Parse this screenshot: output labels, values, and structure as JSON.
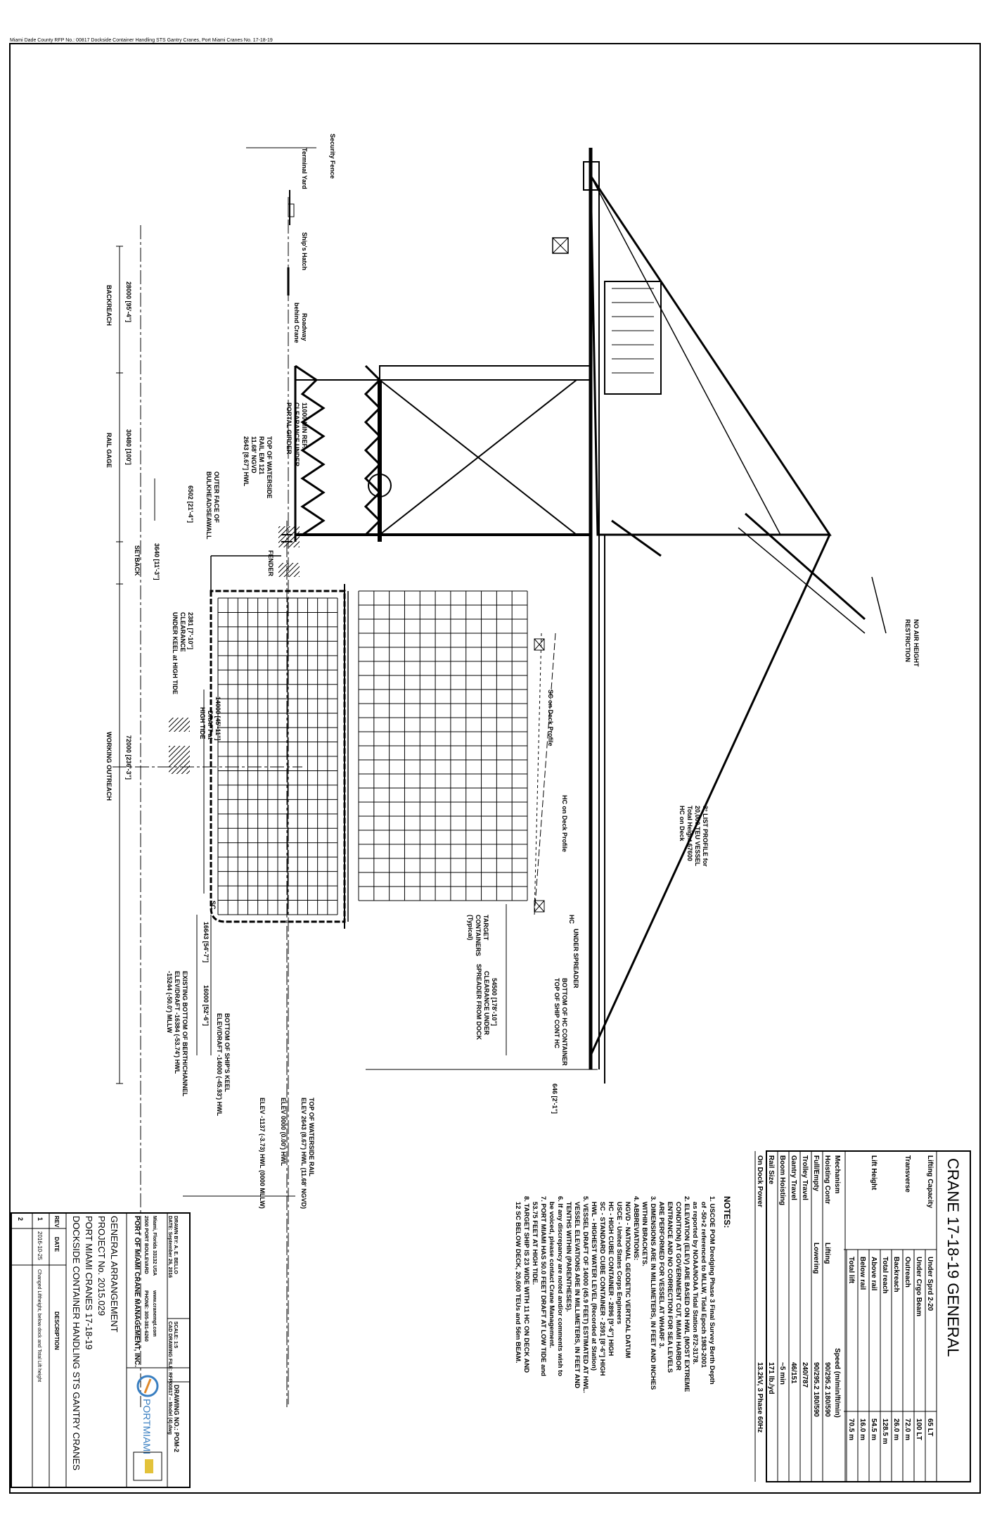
{
  "header": "Miami Dade County RFP No.: 00817 Dockside Container Handling STS Gantry Cranes, Port Miami Cranes No. 17-18-19",
  "labels": {
    "security_fence": "Security Fence",
    "terminal_yard": "Terminal Yard",
    "ships_hatch": "Ship's Hatch",
    "roadway": "Roadway",
    "behind_crane": "behind Crane",
    "no_air_height": "NO AIR HEIGHT",
    "restriction": "RESTRICTION",
    "clearance_portal_1": "11000 MIN REF.",
    "clearance_portal_2": "CLEARANCE UNDER",
    "clearance_portal_3": "PORTAL GIRDER",
    "top_waterside_1": "TOP OF WATERSIDE",
    "top_waterside_2": "RAIL EM 121",
    "top_waterside_3": "11.68' NGVD",
    "top_waterside_4": "2643 [8.67'] HWL",
    "fender": "FENDER",
    "outer_face_1": "OUTER FACE OF",
    "outer_face_2": "BULKHEAD/SEAWALL",
    "dim_6502": "6502 [21'-4\"]",
    "sc_profile": "SC on Deck Profile",
    "hc_profile": "HC on Deck Profile",
    "list_profile_1": "3° LIST PROFILE for",
    "list_profile_2": "20,000 TEU VESSEL",
    "list_profile_3": "Total Height 67600",
    "list_profile_4": "HC on Deck",
    "under_spreader": "UNDER SPREADER",
    "bottom_hc_1": "BOTTOM OF HC CONTAINER",
    "bottom_hc_2": "TOP OF SHIP CONT HC",
    "dim_646": "646 [2'-1\"]",
    "dim_14000": "14000 [45'-11\"]",
    "draft_1": "DRAFT at",
    "draft_2": "HIGH TIDE",
    "clearance_2381_1": "2381 [7'-10\"]",
    "clearance_2381_2": "CLEARANCE",
    "clearance_2381_3": "UNDER KEEL at HIGH TIDE",
    "target_1": "TARGET",
    "target_2": "CONTAINERS",
    "target_3": "(Typical)",
    "dim_54500_1": "54500 [178'-10\"]",
    "dim_54500_2": "CLEARANCE UNDER",
    "dim_54500_3": "SPREADER FROM DOCK",
    "dim_16643": "16643 [54'-7\"]",
    "dim_16000": "16000 [52'-6\"]",
    "elev_1": "TOP OF WATERSIDE RAIL",
    "elev_2": "ELEV 2643 (8.67') HWL (11.68' NGVD)",
    "elev_3": "ELEV 0000 (0.00') HWL",
    "elev_4": "ELEV -1137 (-3.73) HWL (0000 MLLW)",
    "keel_1": "BOTTOM OF SHIP'S KEEL",
    "keel_2": "ELEV/DRAFT -14000 (-45.93') HWL",
    "berth_1": "EXISTING BOTTOM OF BERTH/CHANNEL",
    "berth_2": "ELEV/DRAFT -16384 (-53.74') HWL",
    "berth_3": "-15244 (-50.0') MLLW",
    "dim_backreach_1": "28000 [95'-4\"]",
    "dim_backreach_2": "BACKREACH",
    "dim_railgage_1": "30480 [100']",
    "dim_railgage_2": "RAIL GAGE",
    "dim_setback_1": "3640 [11'-3\"]",
    "dim_setback_2": "SETBACK",
    "dim_outreach_1": "72000 [236'-3\"]",
    "dim_outreach_2": "WORKING OUTREACH",
    "sc_1": "SC",
    "hc_1": "HC"
  },
  "spec": {
    "title": "CRANE 17-18-19 GENERAL",
    "rows": [
      {
        "label": "Lifting Capacity",
        "sub": "Under Sprd 2-20",
        "value": "65 LT"
      },
      {
        "label": "",
        "sub": "Under Crgo Beam",
        "value": "100 LT"
      },
      {
        "label": "Transverse",
        "sub": "Outreach",
        "value": "72.0 m"
      },
      {
        "label": "",
        "sub": "Backreach",
        "value": "26.0 m"
      },
      {
        "label": "",
        "sub": "Total reach",
        "value": "128.5 m"
      },
      {
        "label": "Lift Height",
        "sub": "Above rail",
        "value": "54.5 m"
      },
      {
        "label": "",
        "sub": "Below rail",
        "value": "16.0 m"
      },
      {
        "label": "",
        "sub": "Total lift",
        "value": "70.5 m"
      }
    ],
    "mech_header": "Mechanism",
    "speed_header": "Speed (m/min/ft/min)",
    "mech_rows": [
      {
        "label": "Hoisting Contr",
        "sub": "Lifting",
        "value": "90/295.2   180/590"
      },
      {
        "label": "Full/Empty",
        "sub": "Lowering",
        "value": "90/295.2   180/590"
      },
      {
        "label": "Trolley Travel",
        "sub": "",
        "value": "240/787"
      },
      {
        "label": "Gantry Travel",
        "sub": "",
        "value": "46/151"
      },
      {
        "label": "Boom Hoisting",
        "sub": "",
        "value": "~5 min"
      },
      {
        "label": "Rail Size",
        "sub": "",
        "value": "171 lb./yd"
      },
      {
        "label": "On Dock Power",
        "sub": "",
        "value": "13.2kV, 3 Phase 60Hz"
      }
    ]
  },
  "notes_title": "NOTES:",
  "notes": [
    "1. USCOE POM Dredging Phase 3 Final Survey Berth Depth",
    "   of -50+2 referenced to MLLW, Tidal Epoch 1983-2001",
    "   as reported by NOAA/NOAA Tidal Station 872-3178.",
    "2. ELEVATION (ELEV) ARE BASED ON HWL (MOST EXTREME",
    "   CONDITION) AT GOVERNMENT CUT, MIAMI HARBOR",
    "   ENTRANCE AND NO CORRECTION FOR SEA LEVELS",
    "   ARE PERFORMED FOR VESSEL AT WHARF 3.",
    "3. DIMENSIONS ARE IN MILLIMETERS, IN FEET AND INCHES",
    "   WITHIN BRACKETS.",
    "4. ABBREVIATIONS:",
    "   NGVD - NATIONAL GEODETIC VERTICAL DATUM",
    "   USCE - United States Corps Engineers",
    "   HC - HIGH CUBE CONTAINER - 2896 [9'-6\"] HIGH",
    "   SC - STANDARD CUBE CONTAINER - 2591 [8'-6\"] HIGH",
    "   HWL - HIGHEST WATER LEVEL (Recorded at Station)",
    "5. VESSEL DRAFT OF 14000 (45.9 FEET) ESTIMATED AT HWL.",
    "   VESSEL ELEVATIONS ARE IN MILLIMETERS, IN FEET AND",
    "   TENTHS WITHIN (PARENTHESES).",
    "6. If any discrepancy are noted and/or comments wish to",
    "   be voiced, please contact Crane Management.",
    "7. PORT MIAMI HAS 50.0 FEET DRAFT AT LOW TIDE and",
    "   53.75 FEET AT HIGH TIDE.",
    "8. TARGET SHIP IS 23 WIDE WITH 11 HC ON DECK AND",
    "   12 SC BELOW DECK, 20,600 TEUs and 56m BEAM."
  ],
  "title_block": {
    "rev_no": "2",
    "rev_1": "1",
    "rev_date": "2016-10-25",
    "rev_desc": "Changed Liftheight, below dock and Total Lift height",
    "col_rev": "REV",
    "col_date": "DATE",
    "col_desc": "DESCRIPTION",
    "proj_1": "DOCKSIDE CONTAINER HANDLING STS GANTRY CRANES",
    "proj_2": "PORT MIAMI CRANES 17-18-19",
    "proj_3": "PROJECT No. 2015.029",
    "proj_4": "GENERAL ARRANGEMENT",
    "org_1": "PORT OF MIAMI CRANE MANAGEMENT, INC.",
    "org_2": "2500 PORT BOULEVARD",
    "org_3": "Miami, Florida 33132 USA",
    "org_4": "PHONE: 305-381-6260",
    "org_5": "www.cranemgt.com",
    "logo_text": "PORTMIAMI",
    "drawn_by": "DRAWN BY:  A. E. BELLO",
    "scale": "SCALE: 1:5",
    "drawing_no": "DRAWING NO.:  POM-2",
    "date": "DATE:  September 26, 2016",
    "cad_file": "CAD DRAWING FILE: RFP00817 -- Model (4).dwg"
  }
}
